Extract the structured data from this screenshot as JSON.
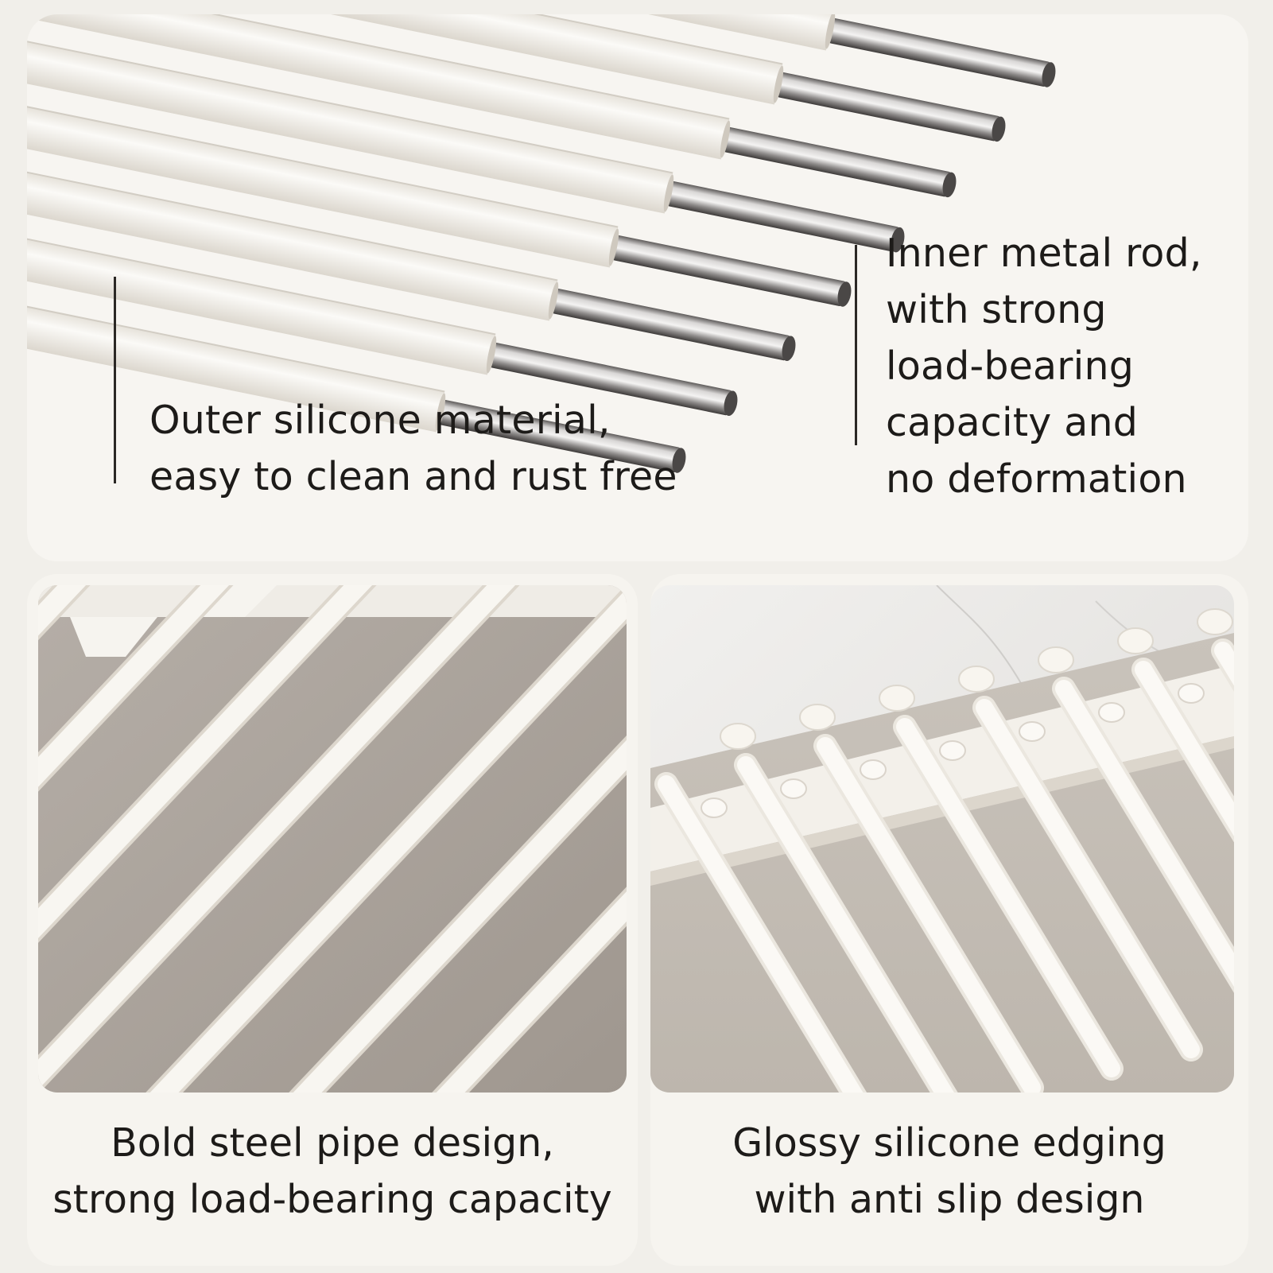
{
  "top_panel": {
    "left_caption": [
      "Outer silicone material,",
      "easy to clean and rust free"
    ],
    "right_caption": [
      "Inner metal rod,",
      "with strong",
      "load-bearing",
      "capacity and",
      "no deformation"
    ]
  },
  "left_card": {
    "caption": [
      "Bold steel pipe design,",
      "strong load-bearing capacity"
    ]
  },
  "right_card": {
    "caption": [
      "Glossy silicone edging",
      "with anti slip design"
    ]
  },
  "colors": {
    "background": "#f1efea",
    "silicone_white": "#f7f4ee",
    "steel": "#9b9897",
    "tray_grey": "#a8a09a",
    "text": "#1d1b19"
  }
}
